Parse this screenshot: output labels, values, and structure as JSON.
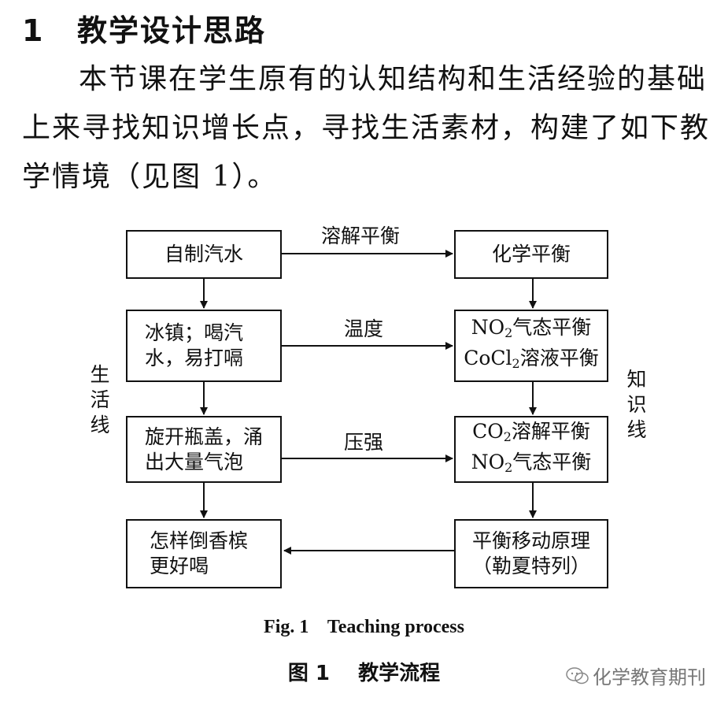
{
  "section": {
    "number": "1",
    "title": "教学设计思路"
  },
  "paragraph": "本节课在学生原有的认知结构和生活经验的基础上来寻找知识增长点，寻找生活素材，构建了如下教学情境（见图 1）。",
  "figure": {
    "left_column": [
      {
        "text": "自制汽水"
      },
      {
        "text": "冰镇；喝汽水，易打嗝"
      },
      {
        "text": "旋开瓶盖，涌出大量气泡"
      },
      {
        "text": "怎样倒香槟更好喝"
      }
    ],
    "right_column": {
      "r1": "化学平衡",
      "r2a_pre": "NO",
      "r2a_sub": "2",
      "r2a_post": "气态平衡",
      "r2b_pre": "CoCl",
      "r2b_sub": "2",
      "r2b_post": "溶液平衡",
      "r3a_pre": "CO",
      "r3a_sub": "2",
      "r3a_post": "溶解平衡",
      "r3b_pre": "NO",
      "r3b_sub": "2",
      "r3b_post": "气态平衡",
      "r4a": "平衡移动原理",
      "r4b": "（勒夏特列）"
    },
    "edge_labels": [
      "溶解平衡",
      "温度",
      "压强"
    ],
    "left_side_label": [
      "生",
      "活",
      "线"
    ],
    "right_side_label": [
      "知",
      "识",
      "线"
    ]
  },
  "caption_en": "Fig. 1    Teaching process",
  "caption_zh": "图 1    教学流程",
  "watermark": "化学教育期刊"
}
